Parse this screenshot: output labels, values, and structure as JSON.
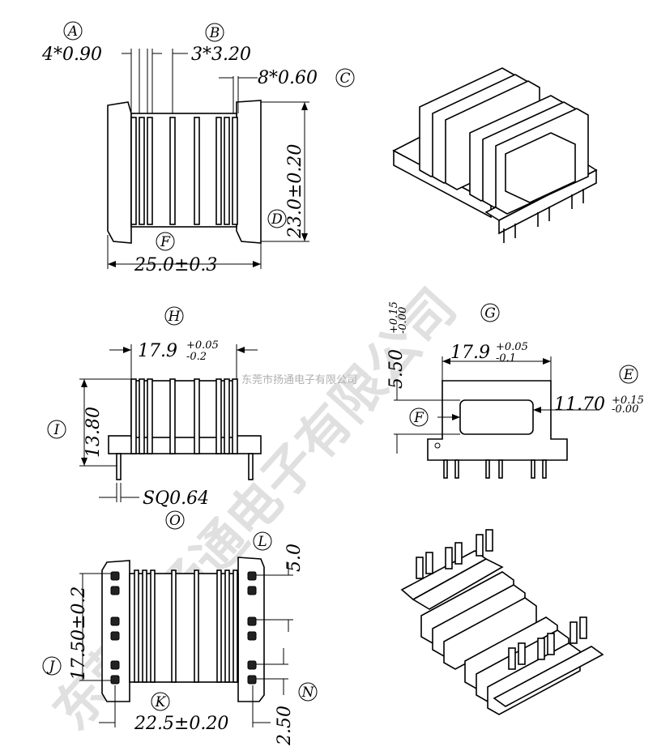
{
  "callouts": {
    "A": "A",
    "B": "B",
    "C": "C",
    "D": "D",
    "E": "E",
    "F1": "F",
    "F2": "F",
    "G": "G",
    "H": "H",
    "I": "I",
    "J": "J",
    "K": "K",
    "L": "L",
    "N": "N",
    "O": "O"
  },
  "dimensions": {
    "a_pitch": "4*0.90",
    "b_pitch": "3*3.20",
    "c_pitch": "8*0.60",
    "height_top": "23.0±0.20",
    "width_top": "25.0±0.3",
    "h_width_main": "17.9",
    "h_width_tol_plus": "+0.05",
    "h_width_tol_minus": "-0.2",
    "i_height": "13.80",
    "pin_size": "SQ0.64",
    "g_width_main": "17.9",
    "g_width_tol_plus": "+0.05",
    "g_width_tol_minus": "-0.1",
    "window_height_main": "5.50",
    "window_height_tol_plus": "+0.15",
    "window_height_tol_minus": "-0.00",
    "window_width_main": "11.70",
    "window_width_tol_plus": "+0.15",
    "window_width_tol_minus": "-0.00",
    "l_spacing": "5.0",
    "j_height": "17.50±0.2",
    "k_width": "22.5±0.20",
    "n_spacing": "2.50"
  },
  "watermark": {
    "large": "东莞市扬通电子有限公司",
    "small": "东莞市扬通电子有限公司"
  }
}
